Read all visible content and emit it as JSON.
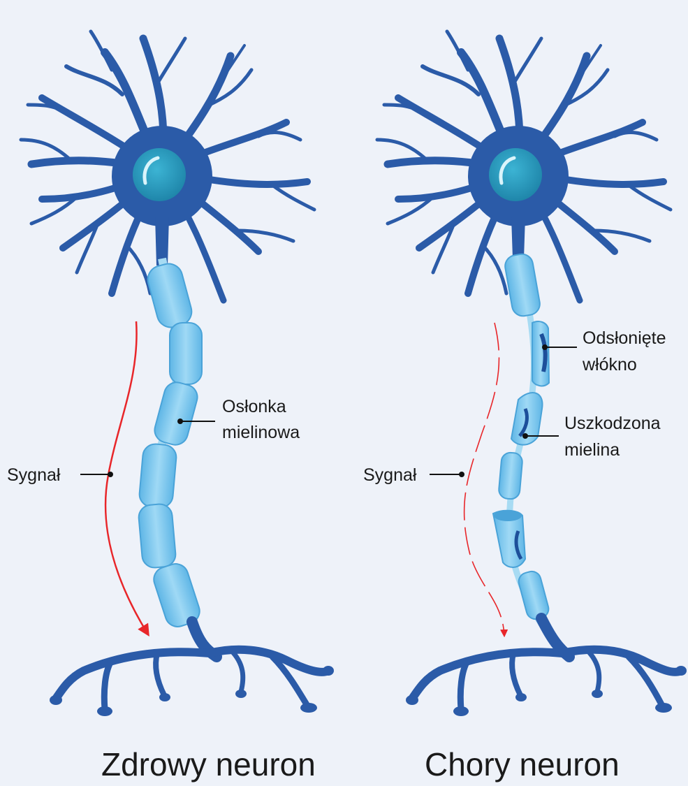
{
  "healthy": {
    "title": "Zdrowy neuron",
    "myelin_label_line1": "Osłonka",
    "myelin_label_line2": "mielinowa",
    "signal_label": "Sygnał"
  },
  "diseased": {
    "title": "Chory neuron",
    "exposed_label_line1": "Odsłonięte",
    "exposed_label_line2": "włókno",
    "damaged_label_line1": "Uszkodzona",
    "damaged_label_line2": "mielina",
    "signal_label": "Sygnał"
  },
  "colors": {
    "background": "#eef2f9",
    "neuron": "#2b5ba8",
    "nucleus": "#2a9cc0",
    "myelin": "#8ed0f2",
    "signal": "#e8262a"
  }
}
